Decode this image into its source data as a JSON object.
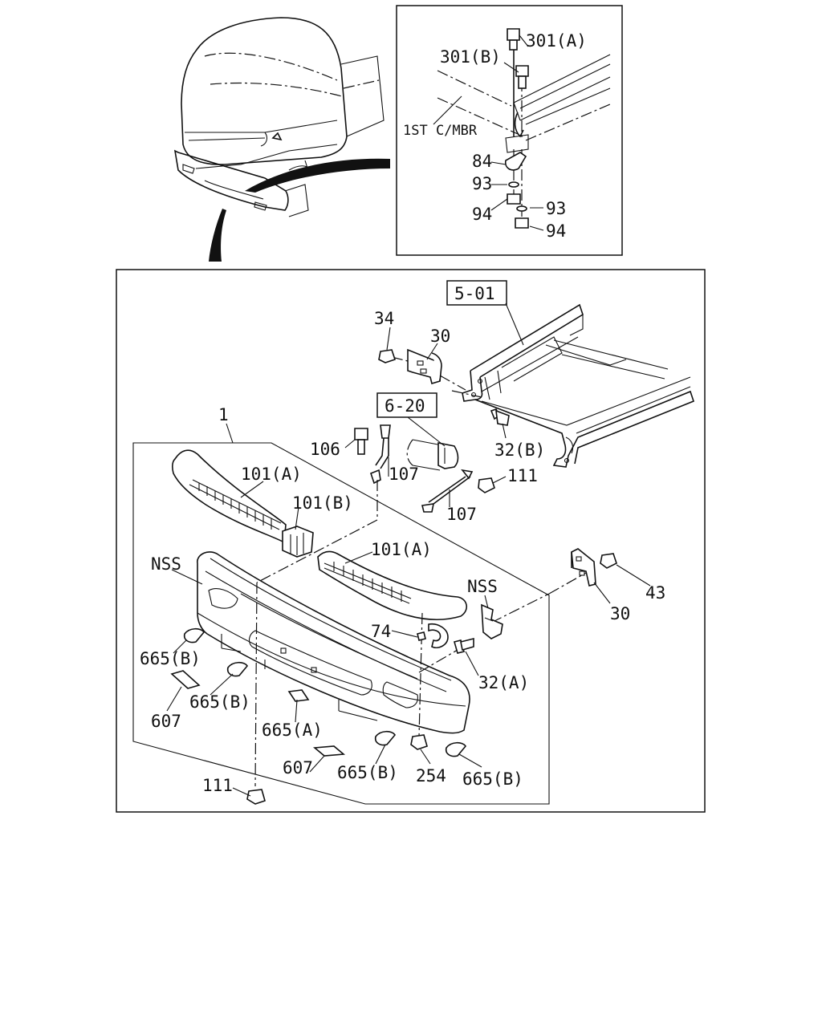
{
  "labels": {
    "p301a": "301(A)",
    "p301b": "301(B)",
    "p1stmbr": "1ST C/MBR",
    "p84": "84",
    "p93a": "93",
    "p94a": "94",
    "p93b": "93",
    "p94b": "94",
    "ref501": "5-01",
    "ref620": "6-20",
    "p34": "34",
    "p30a": "30",
    "p32b": "32(B)",
    "p106": "106",
    "p107a": "107",
    "p111a": "111",
    "p107b": "107",
    "p1": "1",
    "p101a1": "101(A)",
    "p101b": "101(B)",
    "p101a2": "101(A)",
    "nss1": "NSS",
    "nss2": "NSS",
    "p43": "43",
    "p30b": "30",
    "p74": "74",
    "p32a": "32(A)",
    "p665b1": "665(B)",
    "p665b2": "665(B)",
    "p607a": "607",
    "p665a": "665(A)",
    "p607b": "607",
    "p665b3": "665(B)",
    "p254": "254",
    "p665b4": "665(B)",
    "p111b": "111"
  }
}
